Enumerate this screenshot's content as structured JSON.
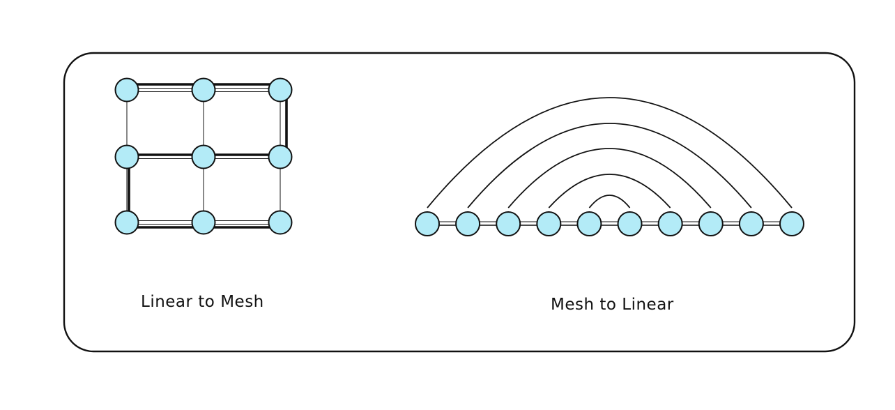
{
  "colors": {
    "node_fill": "#b3ebf7",
    "stroke": "#111111",
    "background": "#ffffff"
  },
  "panels": {
    "left": {
      "caption": "Linear to Mesh",
      "grid": {
        "rows": 3,
        "cols": 3
      },
      "path_order": [
        [
          0,
          0
        ],
        [
          0,
          1
        ],
        [
          0,
          2
        ],
        [
          1,
          2
        ],
        [
          1,
          1
        ],
        [
          1,
          0
        ],
        [
          2,
          0
        ],
        [
          2,
          1
        ],
        [
          2,
          2
        ]
      ]
    },
    "right": {
      "caption": "Mesh to Linear",
      "node_count": 10,
      "arcs": [
        [
          0,
          9
        ],
        [
          1,
          8
        ],
        [
          2,
          7
        ],
        [
          3,
          6
        ],
        [
          4,
          5
        ]
      ]
    }
  }
}
